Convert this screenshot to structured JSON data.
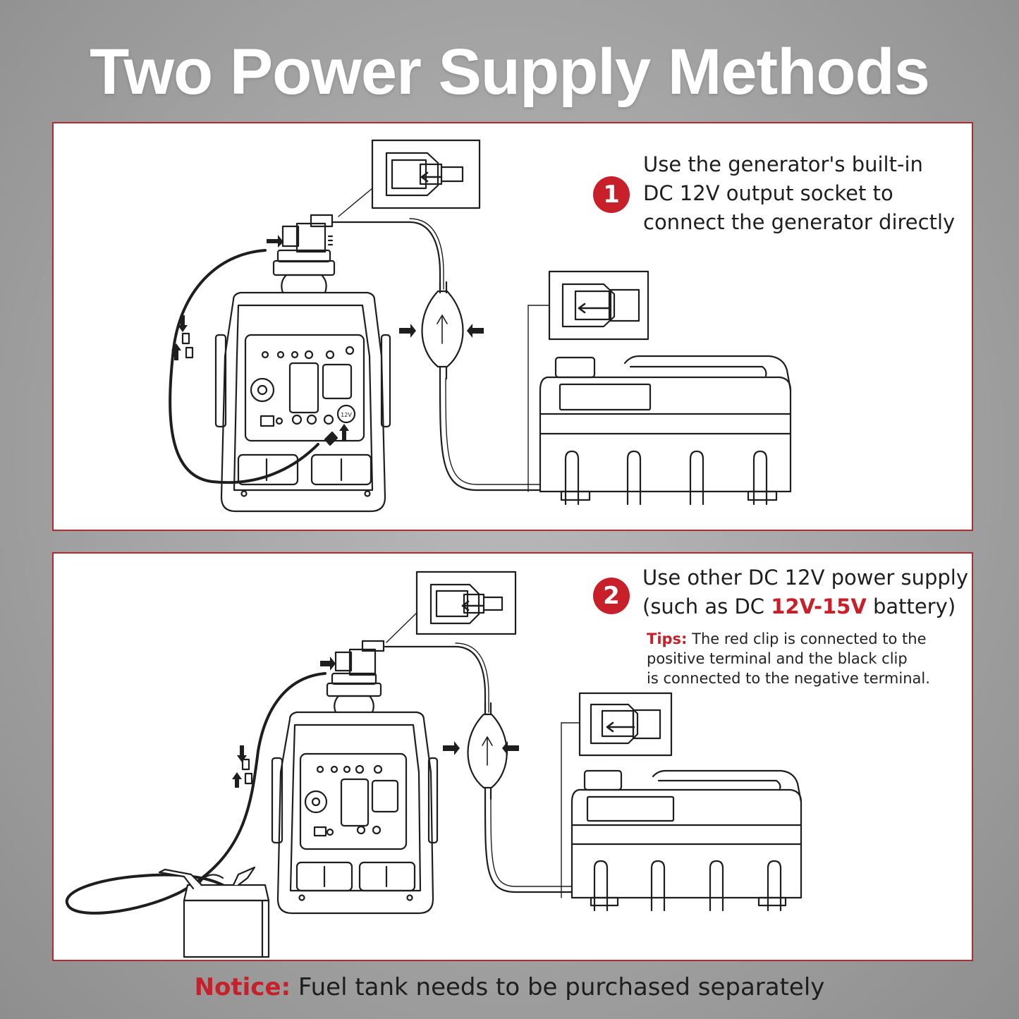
{
  "title": "Two Power Supply Methods",
  "method1": {
    "number": "1",
    "lines": [
      "Use the generator's built-in",
      "DC 12V output socket to",
      "connect the generator directly"
    ],
    "socket_label": "12V"
  },
  "method2": {
    "number": "2",
    "line1": "Use other DC 12V power supply",
    "line2_prefix": "(such as DC ",
    "line2_highlight": "12V-15V",
    "line2_suffix": " battery)",
    "tips_label": "Tips:",
    "tips_lines": [
      " The red clip is connected to the",
      "positive terminal and the black clip",
      "is connected to the negative terminal."
    ]
  },
  "notice": {
    "label": "Notice:",
    "text": " Fuel tank needs to be purchased separately"
  },
  "colors": {
    "accent": "#c8202a",
    "frame": "#b52a2e",
    "line_art": "#1e1e1e"
  }
}
